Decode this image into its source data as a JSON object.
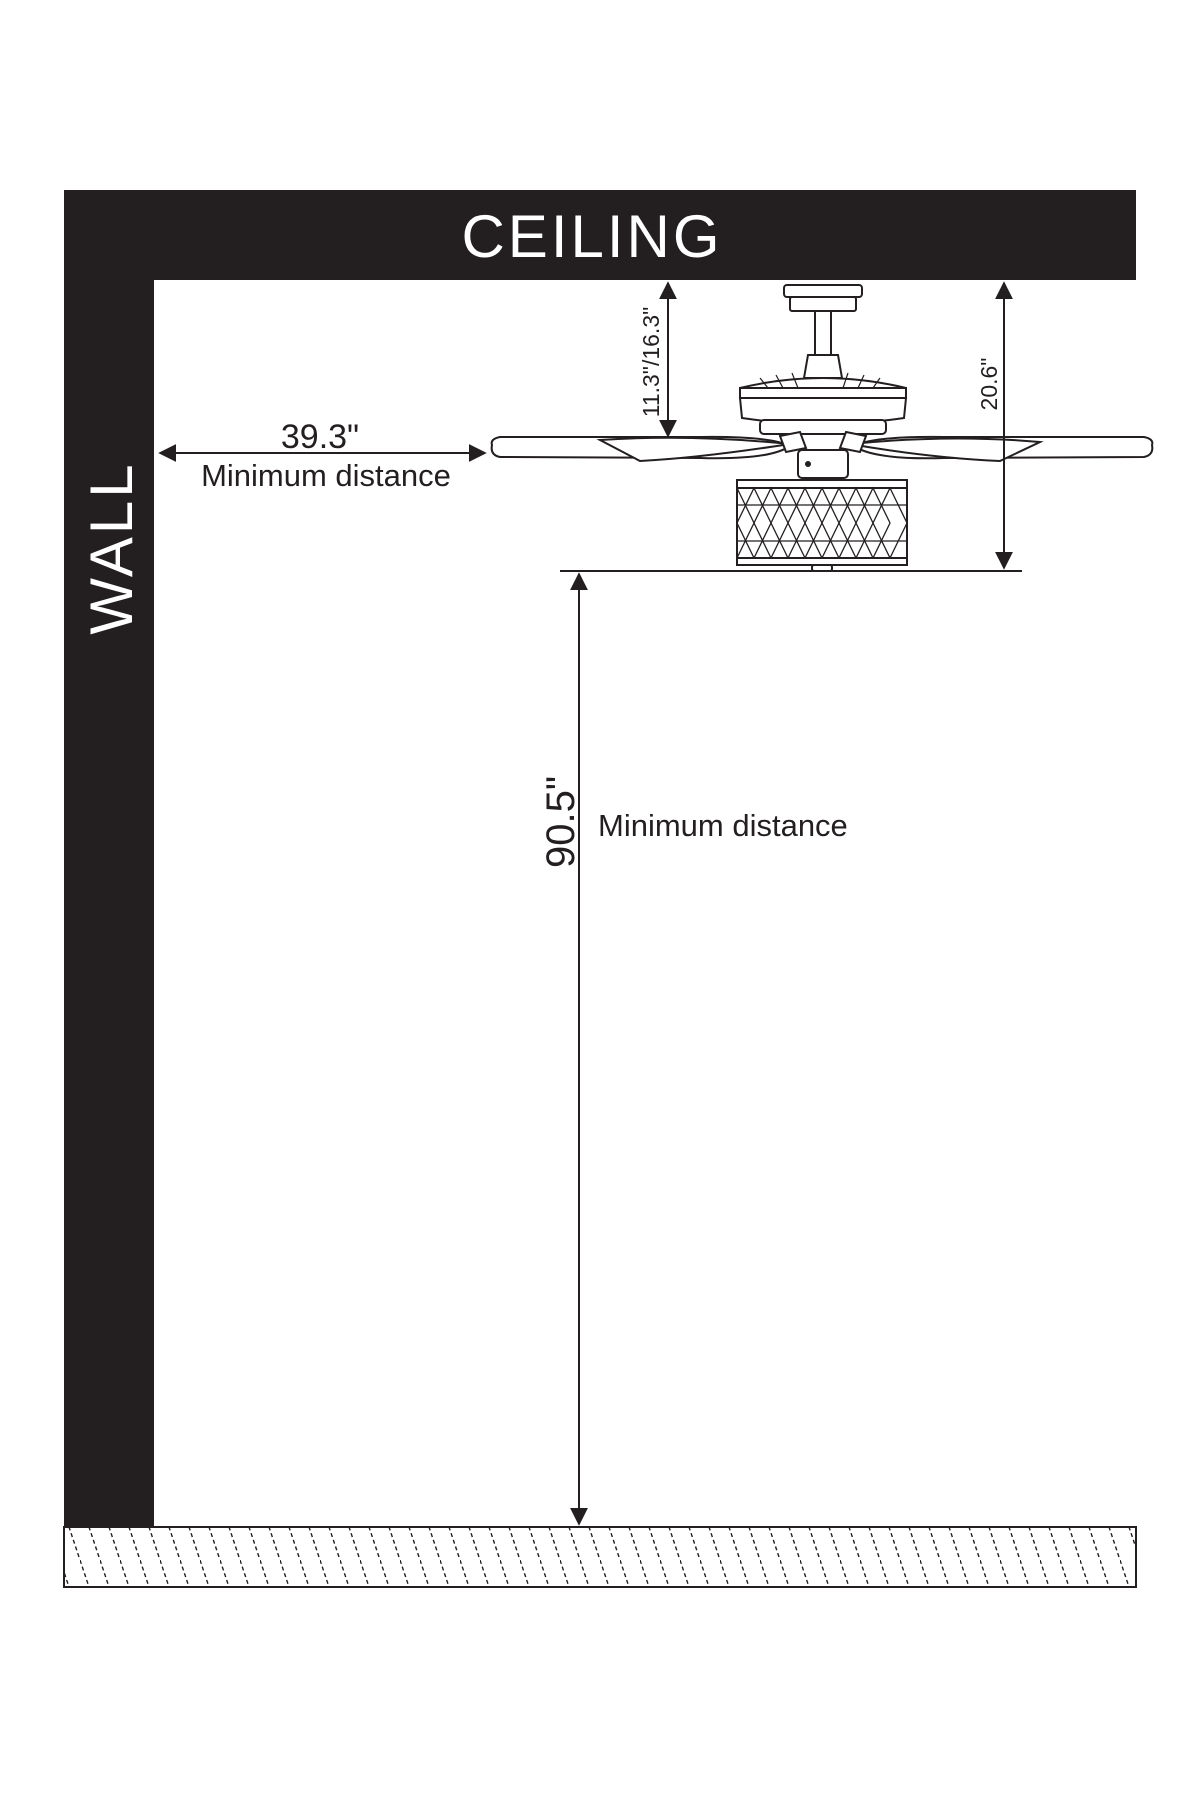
{
  "labels": {
    "ceiling": "CEILING",
    "wall": "WALL"
  },
  "dimensions": {
    "wall_distance": {
      "value": "39.3\"",
      "note": "Minimum distance"
    },
    "downrod_length": {
      "value": "11.3\"/16.3\""
    },
    "fan_height": {
      "value": "20.6\""
    },
    "floor_clearance": {
      "value": "90.5\"",
      "note": "Minimum distance"
    }
  },
  "colors": {
    "structure": "#231f20",
    "background": "#ffffff"
  }
}
